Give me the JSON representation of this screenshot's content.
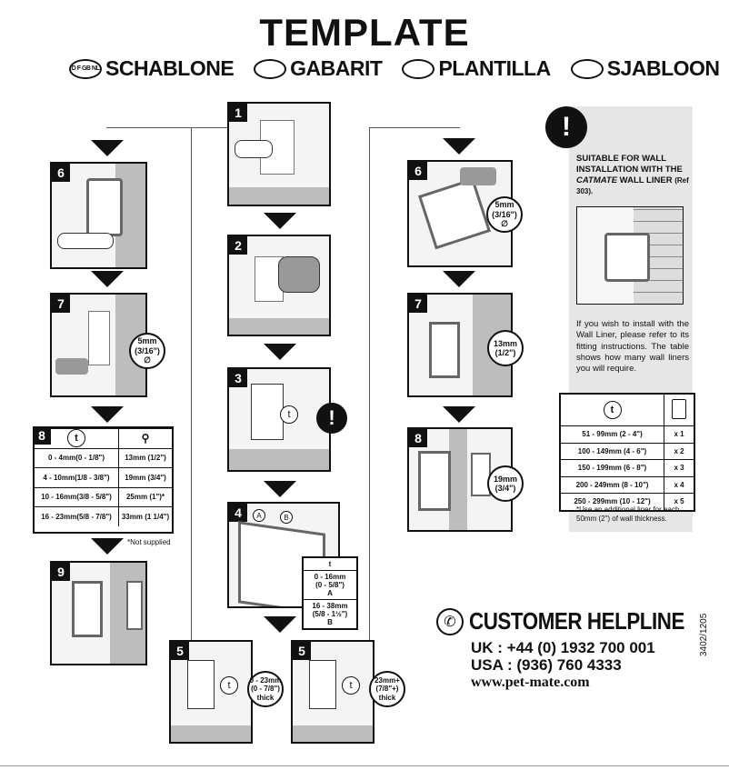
{
  "header": {
    "title": "TEMPLATE",
    "languages": [
      {
        "code": "D F GB NL",
        "label": "SCHABLONE"
      },
      {
        "code": "",
        "label": "GABARIT"
      },
      {
        "code": "",
        "label": "PLANTILLA"
      },
      {
        "code": "",
        "label": "SJABLOON"
      }
    ]
  },
  "steps": {
    "s1": "1",
    "s2": "2",
    "s3": "3",
    "s4": "4",
    "s5a": "5",
    "s5b": "5",
    "left6": "6",
    "left7": "7",
    "left8": "8",
    "left9": "9",
    "right6": "6",
    "right7": "7",
    "right8": "8"
  },
  "drill_left": {
    "size": "5mm",
    "inch": "(3/16\")",
    "symbol": "∅"
  },
  "drill_right": {
    "size": "5mm",
    "inch": "(3/16\")",
    "symbol": "∅"
  },
  "screw_13": {
    "size": "13mm",
    "inch": "(1/2\")"
  },
  "screw_19": {
    "size": "19mm",
    "inch": "(3/4\")"
  },
  "step4_labels": {
    "a": "A",
    "b": "B"
  },
  "thickness_box": {
    "t_icon": "t",
    "range1": "0 - 16mm",
    "range1_in": "(0 - 5/8\")",
    "range1_tag": "A",
    "range2": "16 - 38mm",
    "range2_in": "(5/8 - 1½\")",
    "range2_tag": "B"
  },
  "step5a": {
    "line1": "0 - 23mm",
    "line2": "(0 - 7/8\")",
    "line3": "thick"
  },
  "step5b": {
    "line1": "23mm+",
    "line2": "(7/8\"+)",
    "line3": "thick"
  },
  "screw_table": {
    "t_icon": "t",
    "rows": [
      {
        "thickness": "0 - 4mm(0 - 1/8\")",
        "screw": "13mm (1/2\")"
      },
      {
        "thickness": "4 - 10mm(1/8 - 3/8\")",
        "screw": "19mm (3/4\")"
      },
      {
        "thickness": "10 - 16mm(3/8 - 5/8\")",
        "screw": "25mm (1\")*"
      },
      {
        "thickness": "16 - 23mm(5/8 - 7/8\")",
        "screw": "33mm (1 1/4\")"
      }
    ],
    "footnote": "*Not supplied"
  },
  "wall_liner": {
    "bang": "!",
    "suitable_line1": "SUITABLE FOR WALL INSTALLATION WITH THE",
    "brand": "CATMATE",
    "suitable_line2": "WALL LINER",
    "ref": "(Ref 303).",
    "paragraph": "If you wish to install with the Wall Liner, please refer to its fitting instructions. The table shows how many wall liners you will require.",
    "t_icon": "t",
    "rows": [
      {
        "range": "51 - 99mm  (2 - 4\")",
        "count": "x 1"
      },
      {
        "range": "100 - 149mm  (4 - 6\")",
        "count": "x 2"
      },
      {
        "range": "150 - 199mm  (6 - 8\")",
        "count": "x 3"
      },
      {
        "range": "200 - 249mm  (8 - 10\")",
        "count": "x 4"
      },
      {
        "range": "250 - 299mm  (10 - 12\")",
        "count": "x 5"
      }
    ],
    "note": "*Use an additional liner for each 50mm (2\") of wall thickness."
  },
  "helpline": {
    "icon": "✆",
    "title": "CUSTOMER HELPLINE",
    "uk": "UK : +44 (0) 1932 700 001",
    "usa": "USA : (936) 760 4333",
    "web": "www.pet-mate.com"
  },
  "doc_code": "3402/1205",
  "warning_bang": "!",
  "colors": {
    "ink": "#111111",
    "panel": "#f4f4f4",
    "wall": "#bdbdbd",
    "info_bg": "#e6e6e6"
  }
}
